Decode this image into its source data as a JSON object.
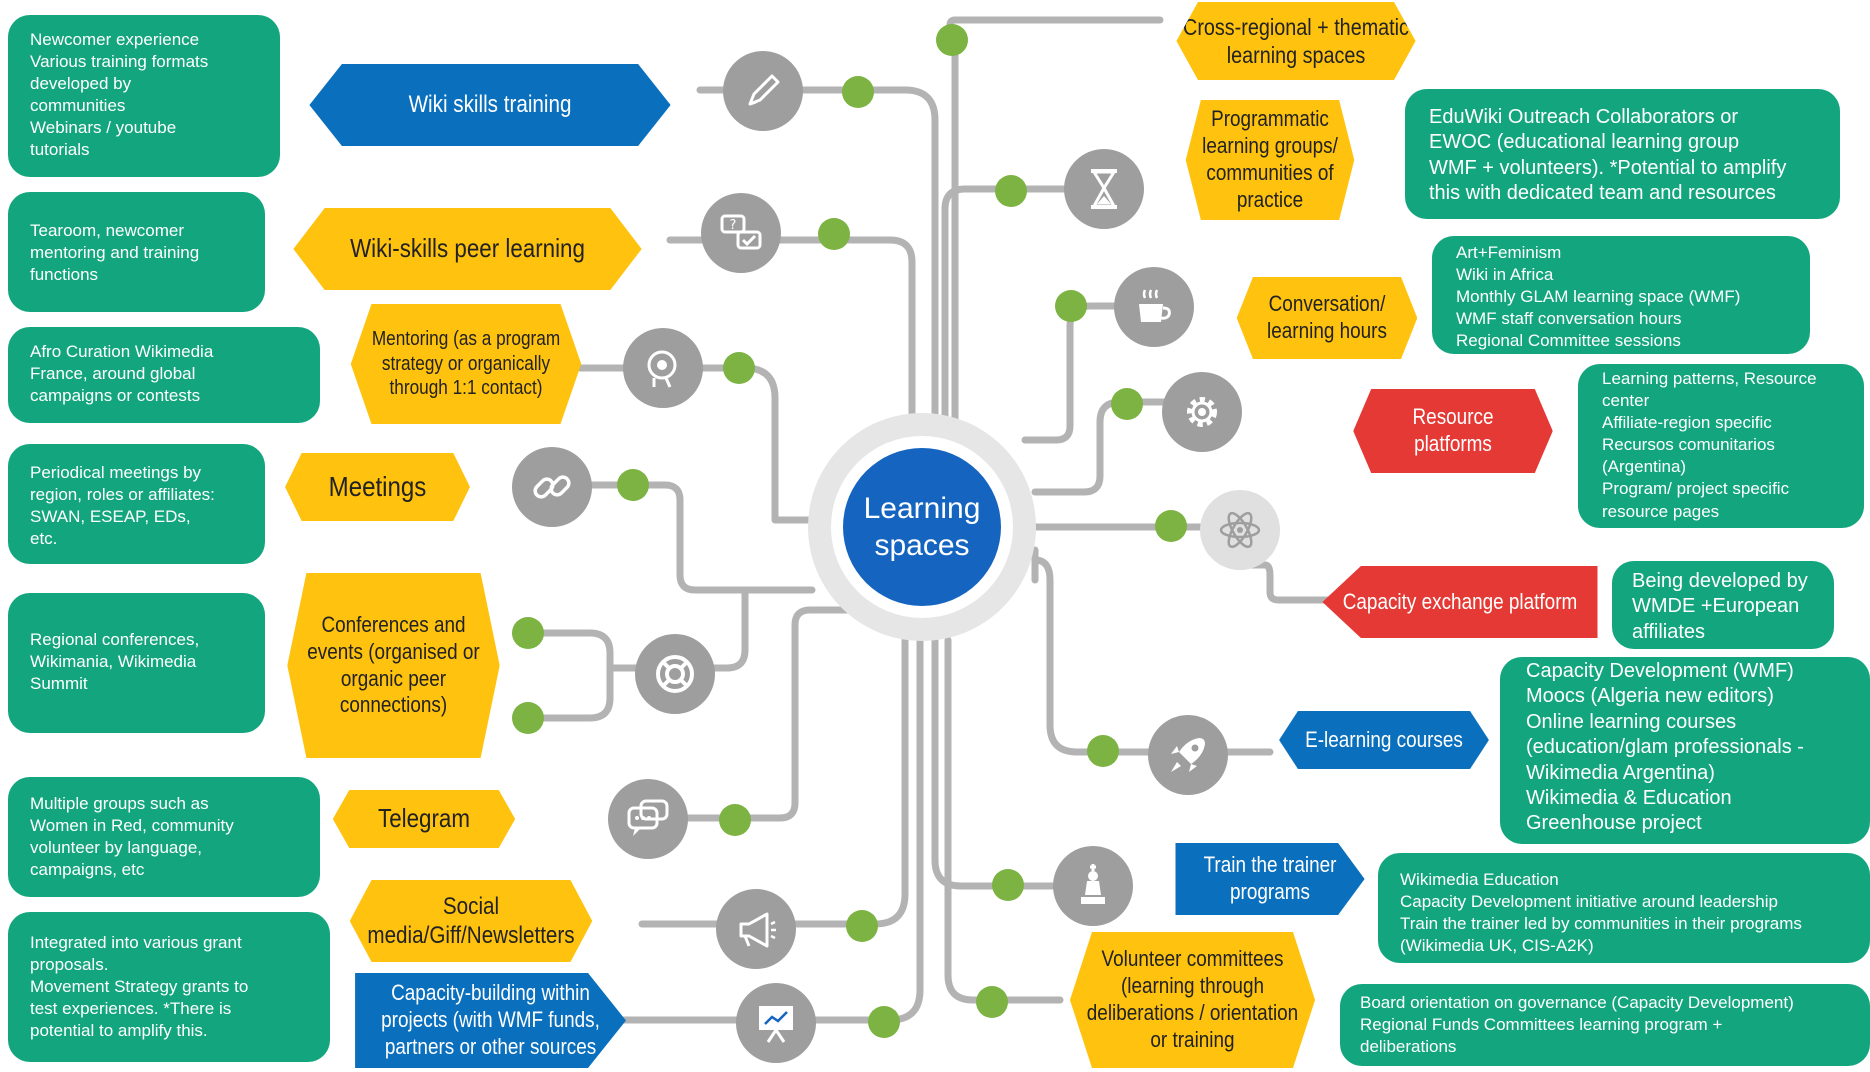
{
  "center": {
    "title": "Learning\nspaces"
  },
  "colors": {
    "green_box": "#13a67e",
    "yellow": "#ffc20e",
    "blue": "#0a6fbd",
    "red": "#e53935",
    "gray_icon": "#9e9e9e",
    "connector": "#b3b3b3",
    "dot": "#7cb342",
    "center": "#1565c0"
  },
  "left_branches": [
    {
      "label": "Wiki skills training",
      "icon": "pen-icon",
      "note": "Newcomer experience\nVarious training formats\ndeveloped by\ncommunities\nWebinars / youtube\ntutorials"
    },
    {
      "label": "Wiki-skills  peer learning",
      "icon": "chat-check-icon",
      "note": "Tearoom, newcomer\nmentoring and training\nfunctions"
    },
    {
      "label": "Mentoring  (as a program\nstrategy or organically\nthrough 1:1 contact)",
      "icon": "head-gear-icon",
      "note": "Afro Curation Wikimedia\nFrance, around global\ncampaigns or contests"
    },
    {
      "label": "Meetings",
      "icon": "link-icon",
      "note": "Periodical meetings by\nregion, roles or affiliates:\nSWAN, ESEAP, EDs,\netc."
    },
    {
      "label": "Conferences and\nevents (organised or\norganic peer\nconnections)",
      "icon": "lifebuoy-icon",
      "note": "Regional conferences,\nWikimania, Wikimedia\nSummit"
    },
    {
      "label": "Telegram",
      "icon": "chat-bubbles-icon",
      "note": "Multiple groups such as\nWomen in Red, community\nvolunteer by language,\ncampaigns,  etc"
    },
    {
      "label": "Social\nmedia/Giff/Newsletters",
      "icon": "megaphone-icon",
      "note": "Integrated into various grant\nproposals.\nMovement Strategy grants to\ntest experiences. *There is\npotential to amplify this."
    },
    {
      "label": "Capacity-building within\nprojects (with WMF funds,\npartners or other sources",
      "icon": "presentation-board-icon",
      "note": ""
    }
  ],
  "right_branches": [
    {
      "label": "Cross-regional +  thematic\nlearning spaces",
      "icon": "",
      "note": ""
    },
    {
      "label": "Programmatic\nlearning groups/\ncommunities of\npractice",
      "icon": "hourglass-icon",
      "note": "EduWiki Outreach Collaborators or\nEWOC (educational learning group\nWMF + volunteers). *Potential to amplify\nthis with dedicated team and resources"
    },
    {
      "label": "Conversation/\nlearning  hours",
      "icon": "coffee-cup-icon",
      "note": "Art+Feminism\nWiki in Africa\nMonthly GLAM learning space (WMF)\nWMF staff conversation  hours\nRegional Committee sessions"
    },
    {
      "label": "Resource\nplatforms",
      "icon": "gear-icon",
      "note": "Learning patterns, Resource\ncenter\nAffiliate-region specific\nRecursos comunitarios\n(Argentina)\nProgram/ project  specific\nresource pages"
    },
    {
      "label": "Capacity exchange platform",
      "icon": "atom-icon",
      "note": "Being developed by\nWMDE +European\naffiliates"
    },
    {
      "label": "E-learning courses",
      "icon": "rocket-icon",
      "note": "Capacity Development (WMF)\nMoocs (Algeria new editors)\nOnline learning courses\n(education/glam professionals -\nWikimedia Argentina)\nWikimedia & Education\nGreenhouse project"
    },
    {
      "label": "Train the trainer\nprograms",
      "icon": "chess-king-icon",
      "note": "Wikimedia Education\nCapacity Development initiative around leadership\nTrain the trainer led by communities in their programs\n(Wikimedia UK, CIS-A2K)"
    },
    {
      "label": "Volunteer committees\n(learning through\ndeliberations / orientation\nor training",
      "icon": "",
      "note": "Board orientation on governance (Capacity Development)\nRegional Funds Committees learning program +\ndeliberations"
    }
  ]
}
